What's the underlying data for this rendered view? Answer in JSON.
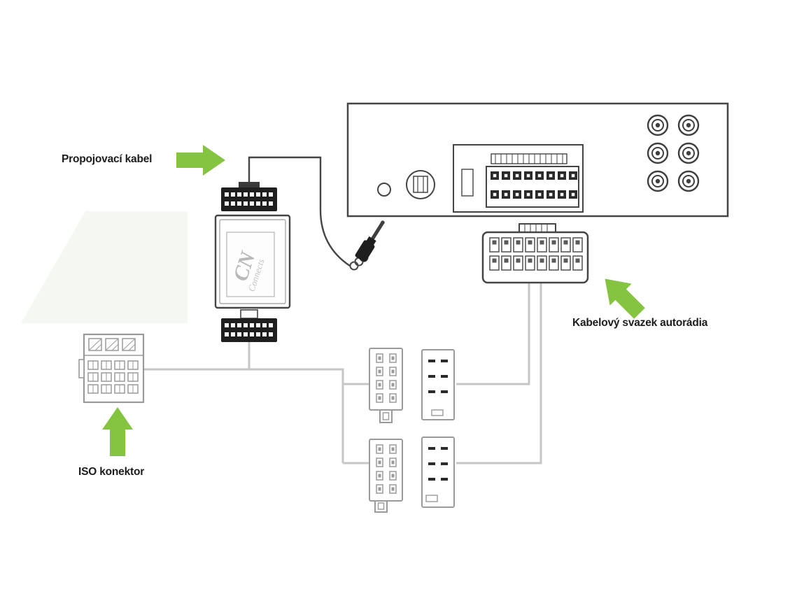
{
  "labels": {
    "interconnect_cable": "Propojovací kabel",
    "radio_harness": "Kabelový svazek autorádia",
    "iso_connector": "ISO konektor"
  },
  "adapter": {
    "brand_initials": "CN",
    "brand_script": "Connects"
  },
  "colors": {
    "arrow_green": "#85c441",
    "wire_gray": "#c6c6c6",
    "outline_dark": "#454545",
    "outline_light": "#9a9a9a",
    "connector_black": "#1f1f1f"
  }
}
